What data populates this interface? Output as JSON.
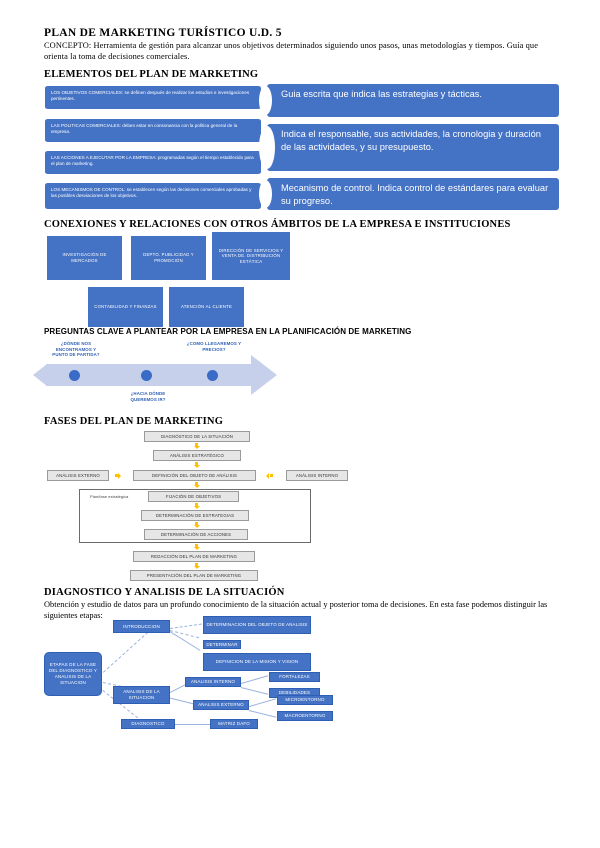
{
  "document": {
    "title": "PLAN DE MARKETING TURÍSTICO U.D. 5",
    "concept_line1": "CONCEPTO: Herramienta de gestión para alcanzar unos objetivos determinados siguiendo unos pasos, unas metodologías y tiempos.",
    "concept_line2": "Guía que orienta la toma de decisiones comerciales."
  },
  "colors": {
    "blue": "#4472C4",
    "blue_dark": "#2E5FB5",
    "blue_pale": "#C6D0EA",
    "grey_box": "#E6E6E6",
    "yellow_arrow": "#FFC000"
  },
  "elementos": {
    "heading": "ELEMENTOS DEL PLAN DE MARKETING",
    "left_boxes": [
      "LOS OBJETIVOS COMERCIALES: se definen después de realizar los estudios e investigaciones pertinentes.",
      "LAS POLITICAS COMERCIALES: deben estar en consonancia con la política general de la empresa.",
      "LAS ACCIONES A EJECUTAR POR LA EMPRESA: programadas según el tiempo establecido para el plan de marketing.",
      "LOS MECANISMOS DE CONTROL: se establecen según las decisiones comerciales aprobadas y las posibles desviaciones de los objetivos."
    ],
    "right_boxes": [
      "Guia escrita que indica las estrategias y tácticas.",
      "Indica el responsable, sus actividades, la cronologia y duración de las actividades, y su presupuesto.",
      "Mecanismo de control. Indica control de estándares para evaluar su progreso."
    ]
  },
  "conexiones": {
    "heading": "CONEXIONES Y RELACIONES CON OTROS ÁMBITOS DE LA EMPRESA E INSTITUCIONES",
    "row1": [
      "INVESTIGACIÓN DE MERCADOS",
      "DEPTO. PUBLICIDAD Y PROMOCIÓN",
      "DIRECCIÓN DE SERVICIOS Y VENTA DE. DISTRIBUCIÓN ESTÁTICA"
    ],
    "row2": [
      "CONTABILIDAD Y FINANZAS",
      "ATENCIÓN AL CLIENTE"
    ]
  },
  "preguntas": {
    "heading": "PREGUNTAS CLAVE A PLANTEAR POR LA EMPRESA EN LA PLANIFICACIÓN DE MARKETING",
    "labels": [
      "¿DÓNDE NOS ENCONTRAMOS Y PUNTO DE PARTIDA?",
      "¿HACIA DÓNDE QUEREMOS IR?",
      "¿COMO LLEGAREMOS Y PRECIOS?"
    ]
  },
  "fases": {
    "heading": "FASES DEL PLAN DE MARKETING",
    "boxes": {
      "diagnostico": "DIAGNÓSTICO DE LA SITUACIÓN",
      "analisis_estrategico": "ANÁLISIS ESTRATÉGICO",
      "analisis_externo": "ANÁLISIS EXTERNO",
      "definicion_objeto": "DEFINICIÓN DEL OBJETO DE ANÁLISIS",
      "analisis_interno": "ANÁLISIS INTERNO",
      "fijacion_objetivos": "FIJACIÓN DE OBJETIVOS",
      "determinacion_estrategias": "DETERMINACIÓN DE ESTRATEGIAS",
      "determinacion_acciones": "DETERMINACIÓN DE ACCIONES",
      "redaccion_plan": "REDACCIÓN DEL PLAN DE MARKETING",
      "presentacion_plan": "PRESENTACIÓN DEL PLAN DE MARKETING"
    },
    "group_note": "Plan/fase estratégica"
  },
  "diagnostico_seccion": {
    "heading": "DIAGNOSTICO Y ANALISIS DE LA SITUACIÓN",
    "intro_line1": "Obtención y estudio de datos para un profundo conocimiento de la situación actual y posterior toma de decisiones. En esta fase",
    "intro_line2": "podemos distinguir las siguientes etapas:",
    "mindmap": {
      "root": "ETAPAS DE LA FASE DEL DIAGNOSTICO Y ANALISIS DE LA SITUACION",
      "introduccion": "INTRODUCCION",
      "determinacion_objeto": "DETERMINACION DEL OBJETO DE ANALISIS",
      "determinar": "DETERMINAR",
      "mision_vision": "DEFINICION DE LA MISION Y VISION",
      "analisis_situacion": "ANALISIS DE LA SITUACION",
      "analisis_interno": "ANALISIS INTERNO",
      "fortalezas": "FORTALEZAS",
      "debilidades": "DEBILIDADES",
      "analisis_externo": "ANALISIS EXTERNO",
      "microentorno": "MICROENTORNO",
      "macroentorno": "MACROENTORNO",
      "diagnostico": "DIAGNOSTICO",
      "matriz_dafo": "MATRIZ DAFO"
    }
  }
}
